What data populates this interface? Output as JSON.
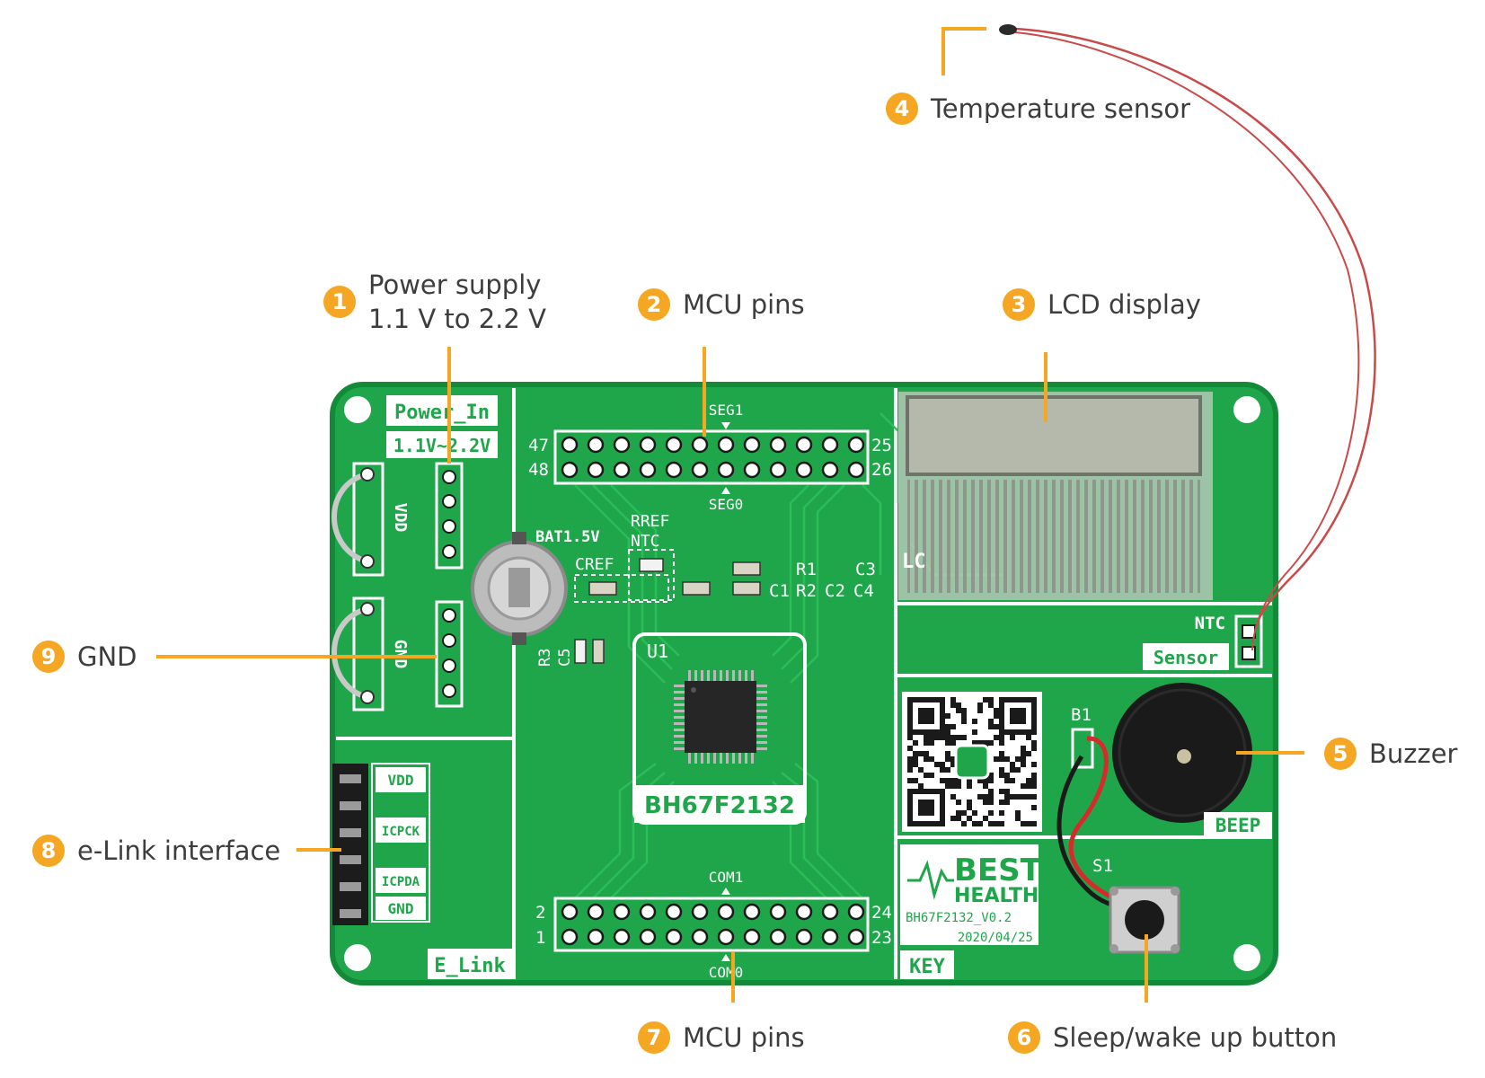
{
  "colors": {
    "accent": "#f5a623",
    "board_green": "#1fa64a",
    "board_edge": "#138a38",
    "silkscreen": "#ffffff",
    "label_text": "#3d3d3d",
    "sensor_wire": "#c94a4a"
  },
  "callouts": [
    {
      "num": "1",
      "text": "Power supply",
      "text2": "1.1 V to 2.2 V"
    },
    {
      "num": "2",
      "text": "MCU pins"
    },
    {
      "num": "3",
      "text": "LCD display"
    },
    {
      "num": "4",
      "text": "Temperature sensor"
    },
    {
      "num": "5",
      "text": "Buzzer"
    },
    {
      "num": "6",
      "text": "Sleep/wake up button"
    },
    {
      "num": "7",
      "text": "MCU pins"
    },
    {
      "num": "8",
      "text": "e-Link interface"
    },
    {
      "num": "9",
      "text": "GND"
    }
  ],
  "board": {
    "power_in": "Power_In",
    "voltage_range": "1.1V~2.2V",
    "vdd": "VDD",
    "gnd": "GND",
    "battery": "BAT1.5V",
    "rref": "RREF",
    "ntc": "NTC",
    "cref": "CREF",
    "r1": "R1",
    "c3": "C3",
    "c1": "C1",
    "r2": "R2",
    "c2": "C2",
    "c4": "C4",
    "r3": "R3",
    "c5": "C5",
    "u1": "U1",
    "chip": "BH67F2132",
    "seg1": "SEG1",
    "seg0": "SEG0",
    "com1": "COM1",
    "com0": "COM0",
    "pin_47": "47",
    "pin_48": "48",
    "pin_25": "25",
    "pin_26": "26",
    "pin_2": "2",
    "pin_1": "1",
    "pin_24": "24",
    "pin_23": "23",
    "ntc_label": "NTC",
    "sensor_label": "Sensor",
    "b1": "B1",
    "beep": "BEEP",
    "s1": "S1",
    "key": "KEY",
    "brand_line1": "BEST",
    "brand_line2": "HEALTH",
    "board_version": "BH67F2132_V0.2",
    "board_date": "2020/04/25",
    "elink": "E_Link",
    "elink_pins": [
      "VDD",
      "ICPCK",
      "ICPDA",
      "GND"
    ],
    "lcd_mark": "LC"
  }
}
